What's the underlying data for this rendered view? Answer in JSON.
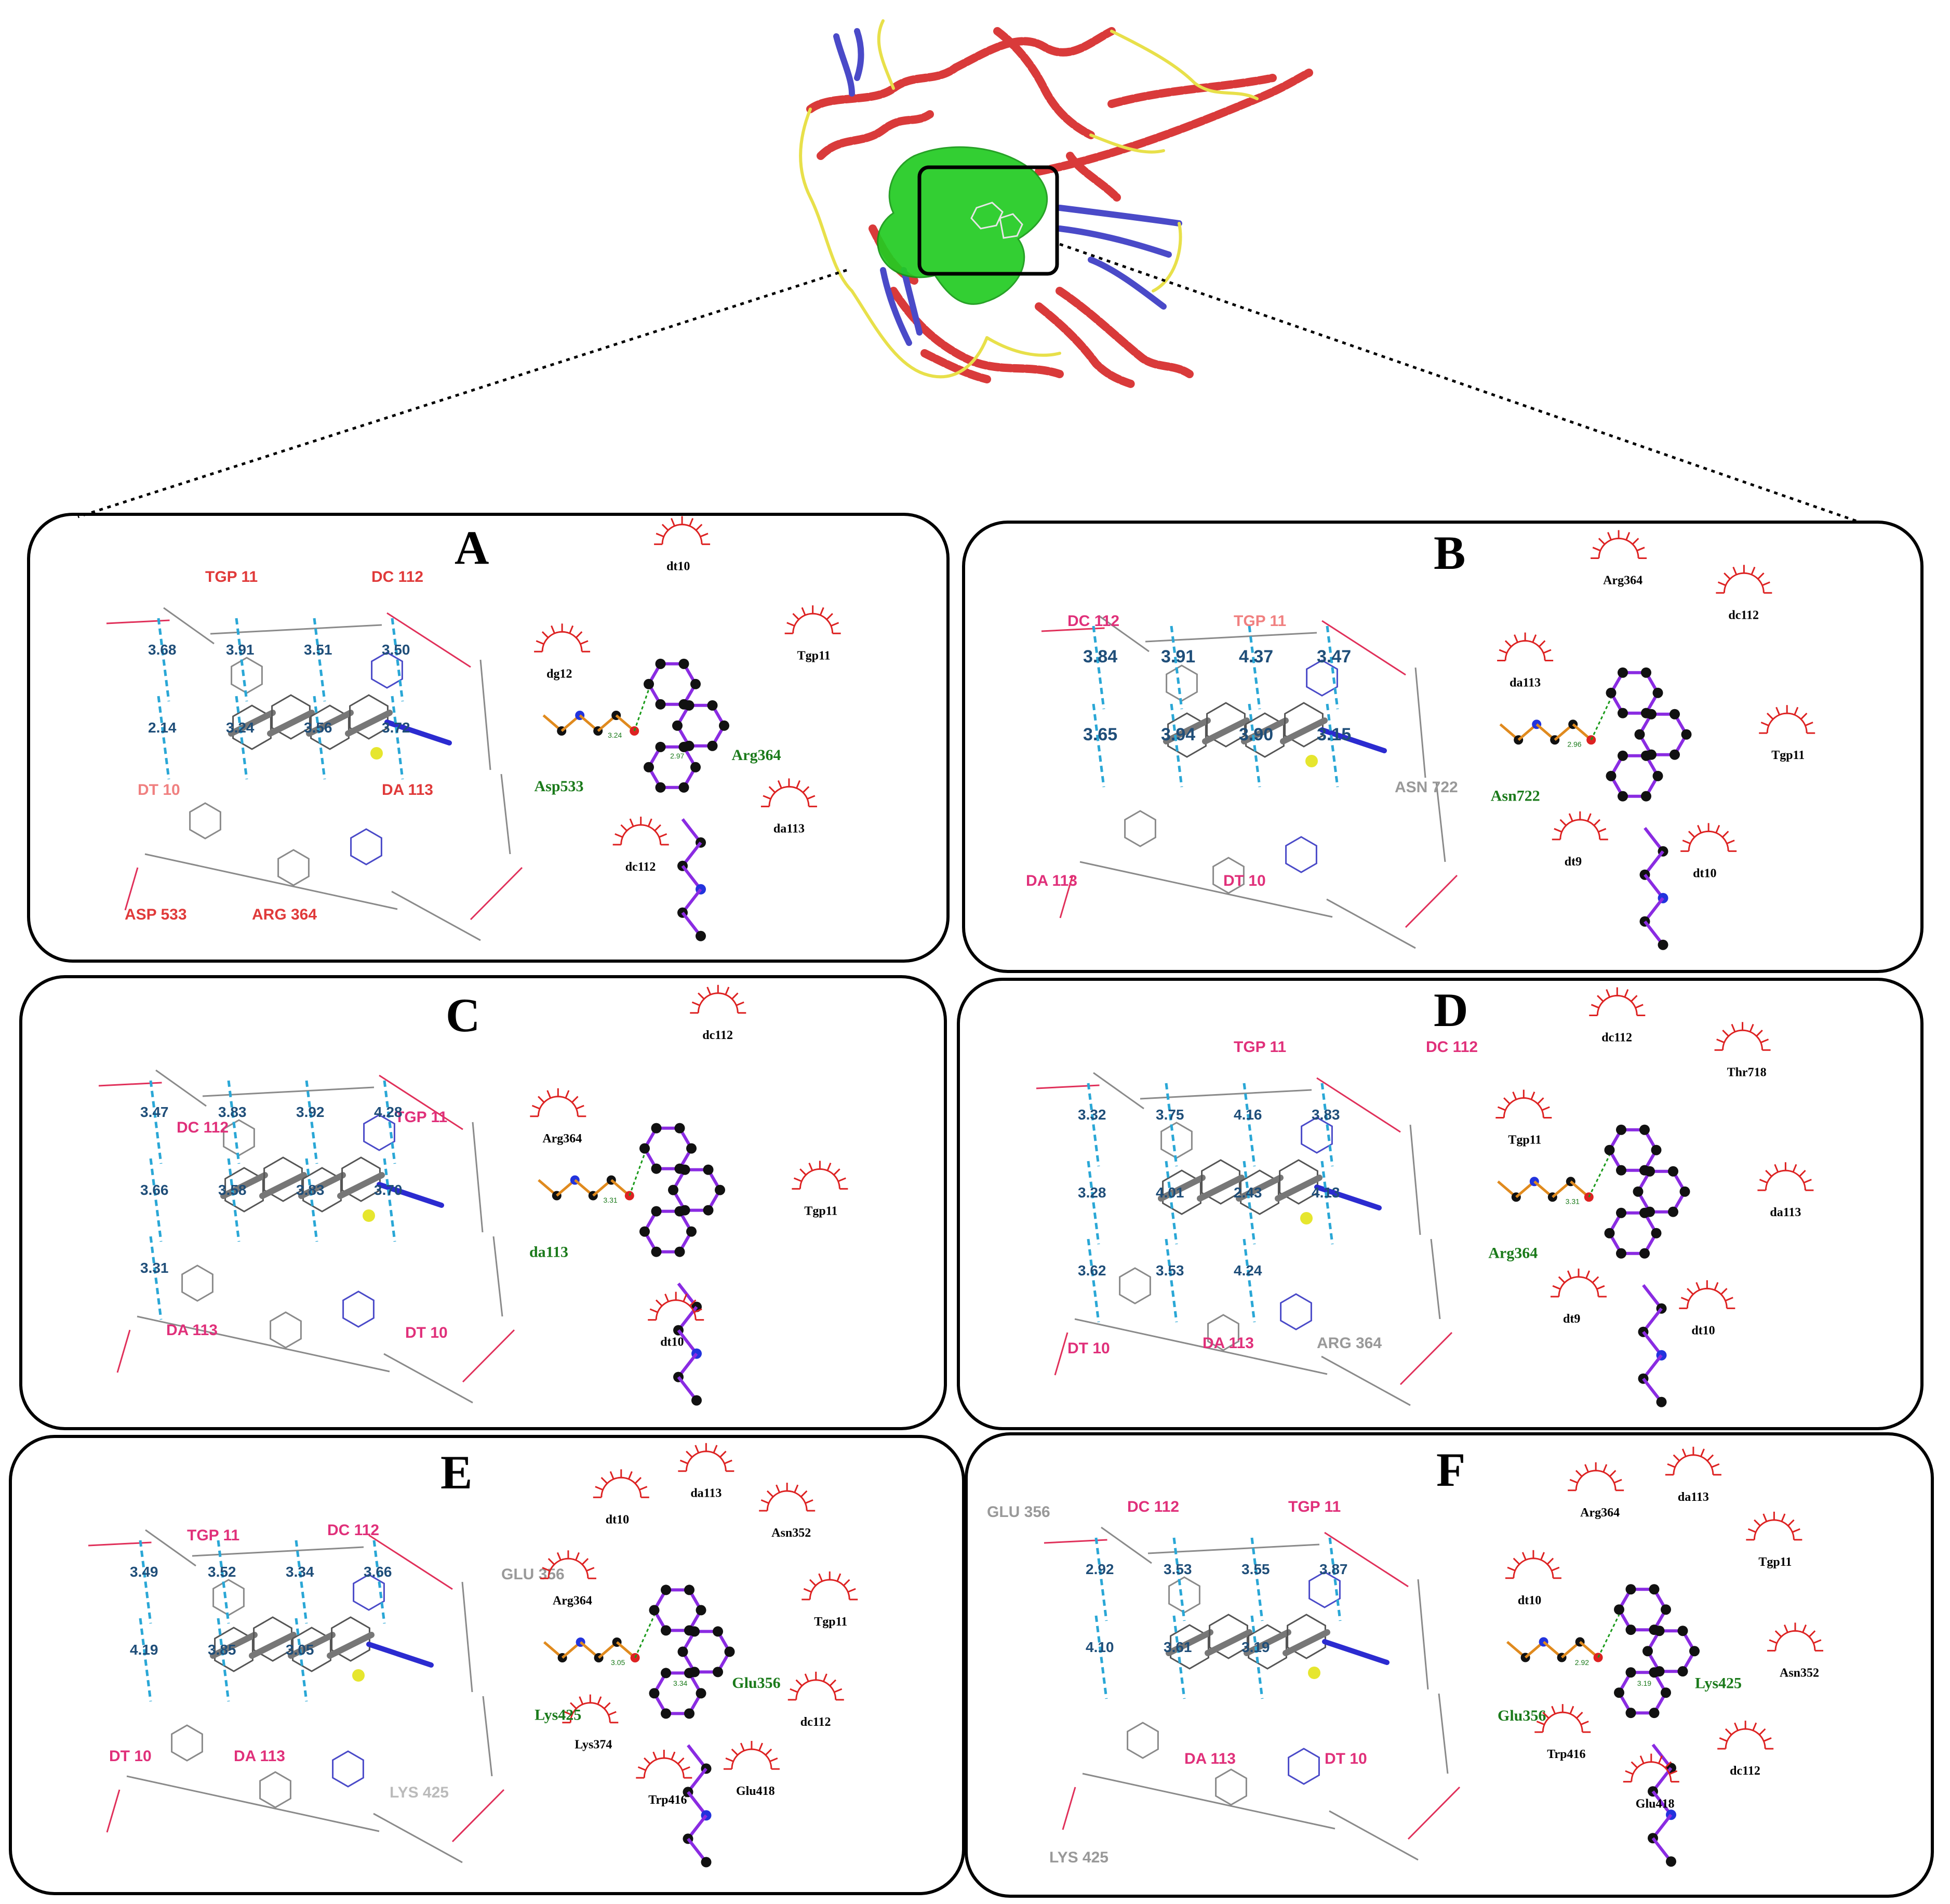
{
  "colors": {
    "helix": "#d93a3a",
    "strand": "#4a4ac8",
    "coil": "#e8e04a",
    "pocket": "#22cc22",
    "distance_text": "#1f4e79",
    "dashed_contact": "#2aa7d6",
    "nucleotide_label": "#e0307a",
    "residue_label_red": "#e03a3a",
    "residue_label_gray": "#999999",
    "hbond_label": "#1a7a1a"
  },
  "panels": [
    {
      "id": "A",
      "letter": "A",
      "labels3d": [
        {
          "t": "TGP  11",
          "c": "#e03a3a"
        },
        {
          "t": "DC  112",
          "c": "#e03a3a"
        },
        {
          "t": "DT  10",
          "c": "#f08080"
        },
        {
          "t": "DA  113",
          "c": "#e03a3a"
        },
        {
          "t": "ASP  533",
          "c": "#e03a3a"
        },
        {
          "t": "ARG  364",
          "c": "#e03a3a"
        }
      ],
      "distances": [
        "3.68",
        "3.91",
        "3.51",
        "3.50",
        "2.14",
        "3.24",
        "3.56",
        "3.72"
      ],
      "lig2d": [
        "dg12",
        "dt10",
        "Tgp11",
        "da113",
        "dc112"
      ],
      "hbonds": [
        "Asp533",
        "Arg364"
      ],
      "hb_dist": [
        "3.24",
        "2.97"
      ]
    },
    {
      "id": "B",
      "letter": "B",
      "labels3d": [
        {
          "t": "DC  112",
          "c": "#e0307a"
        },
        {
          "t": "TGP  11",
          "c": "#f08080"
        },
        {
          "t": "ASN  722",
          "c": "#999999"
        },
        {
          "t": "DA  113",
          "c": "#e0307a"
        },
        {
          "t": "DT  10",
          "c": "#e0307a"
        }
      ],
      "distances": [
        "3.84",
        "3.91",
        "4.37",
        "3.47",
        "3.65",
        "3.94",
        "3.90",
        "3.15"
      ],
      "lig2d": [
        "da113",
        "Arg364",
        "dc112",
        "Tgp11",
        "dt10",
        "dt9"
      ],
      "hbonds": [
        "Asn722"
      ],
      "hb_dist": [
        "2.96"
      ]
    },
    {
      "id": "C",
      "letter": "C",
      "labels3d": [
        {
          "t": "DC  112",
          "c": "#e0307a"
        },
        {
          "t": "TGP  11",
          "c": "#e0307a"
        },
        {
          "t": "DA  113",
          "c": "#e0307a"
        },
        {
          "t": "DT  10",
          "c": "#e0307a"
        }
      ],
      "distances": [
        "3.47",
        "3.83",
        "3.92",
        "4.28",
        "3.66",
        "3.58",
        "3.83",
        "3.70",
        "3.31"
      ],
      "lig2d": [
        "Arg364",
        "dc112",
        "Tgp11",
        "dt10"
      ],
      "hbonds": [
        "da113"
      ],
      "hb_dist": [
        "3.31"
      ]
    },
    {
      "id": "D",
      "letter": "D",
      "labels3d": [
        {
          "t": "TGP  11",
          "c": "#e0307a"
        },
        {
          "t": "DC  112",
          "c": "#e0307a"
        },
        {
          "t": "DT  10",
          "c": "#e0307a"
        },
        {
          "t": "DA  113",
          "c": "#e0307a"
        },
        {
          "t": "ARG  364",
          "c": "#999999"
        }
      ],
      "distances": [
        "3.32",
        "3.75",
        "4.16",
        "3.83",
        "3.28",
        "4.01",
        "2.43",
        "4.13",
        "3.62",
        "3.53",
        "4.24"
      ],
      "lig2d": [
        "Tgp11",
        "dc112",
        "Thr718",
        "da113",
        "dt10",
        "dt9"
      ],
      "hbonds": [
        "Arg364"
      ],
      "hb_dist": [
        "3.31"
      ]
    },
    {
      "id": "E",
      "letter": "E",
      "labels3d": [
        {
          "t": "TGP  11",
          "c": "#e0307a"
        },
        {
          "t": "DC  112",
          "c": "#e0307a"
        },
        {
          "t": "GLU  356",
          "c": "#999999"
        },
        {
          "t": "DT  10",
          "c": "#e0307a"
        },
        {
          "t": "DA  113",
          "c": "#e0307a"
        },
        {
          "t": "LYS  425",
          "c": "#bbbbbb"
        }
      ],
      "distances": [
        "3.49",
        "3.52",
        "3.34",
        "3.66",
        "4.19",
        "3.85",
        "3.05"
      ],
      "lig2d": [
        "Arg364",
        "dt10",
        "da113",
        "Asn352",
        "Tgp11",
        "dc112",
        "Glu418",
        "Trp416",
        "Lys374"
      ],
      "hbonds": [
        "Lys425",
        "Glu356"
      ],
      "hb_dist": [
        "3.05",
        "3.34"
      ]
    },
    {
      "id": "F",
      "letter": "F",
      "labels3d": [
        {
          "t": "DC  112",
          "c": "#e0307a"
        },
        {
          "t": "TGP  11",
          "c": "#e0307a"
        },
        {
          "t": "GLU  356",
          "c": "#999999"
        },
        {
          "t": "DA  113",
          "c": "#e0307a"
        },
        {
          "t": "DT  10",
          "c": "#e0307a"
        },
        {
          "t": "LYS  425",
          "c": "#999999"
        }
      ],
      "distances": [
        "2.92",
        "3.53",
        "3.55",
        "3.87",
        "4.10",
        "3.61",
        "3.19"
      ],
      "lig2d": [
        "dt10",
        "Arg364",
        "da113",
        "Tgp11",
        "Asn352",
        "dc112",
        "Glu418",
        "Trp416"
      ],
      "hbonds": [
        "Glu356",
        "Lys425"
      ],
      "hb_dist": [
        "2.92",
        "3.19"
      ]
    }
  ]
}
